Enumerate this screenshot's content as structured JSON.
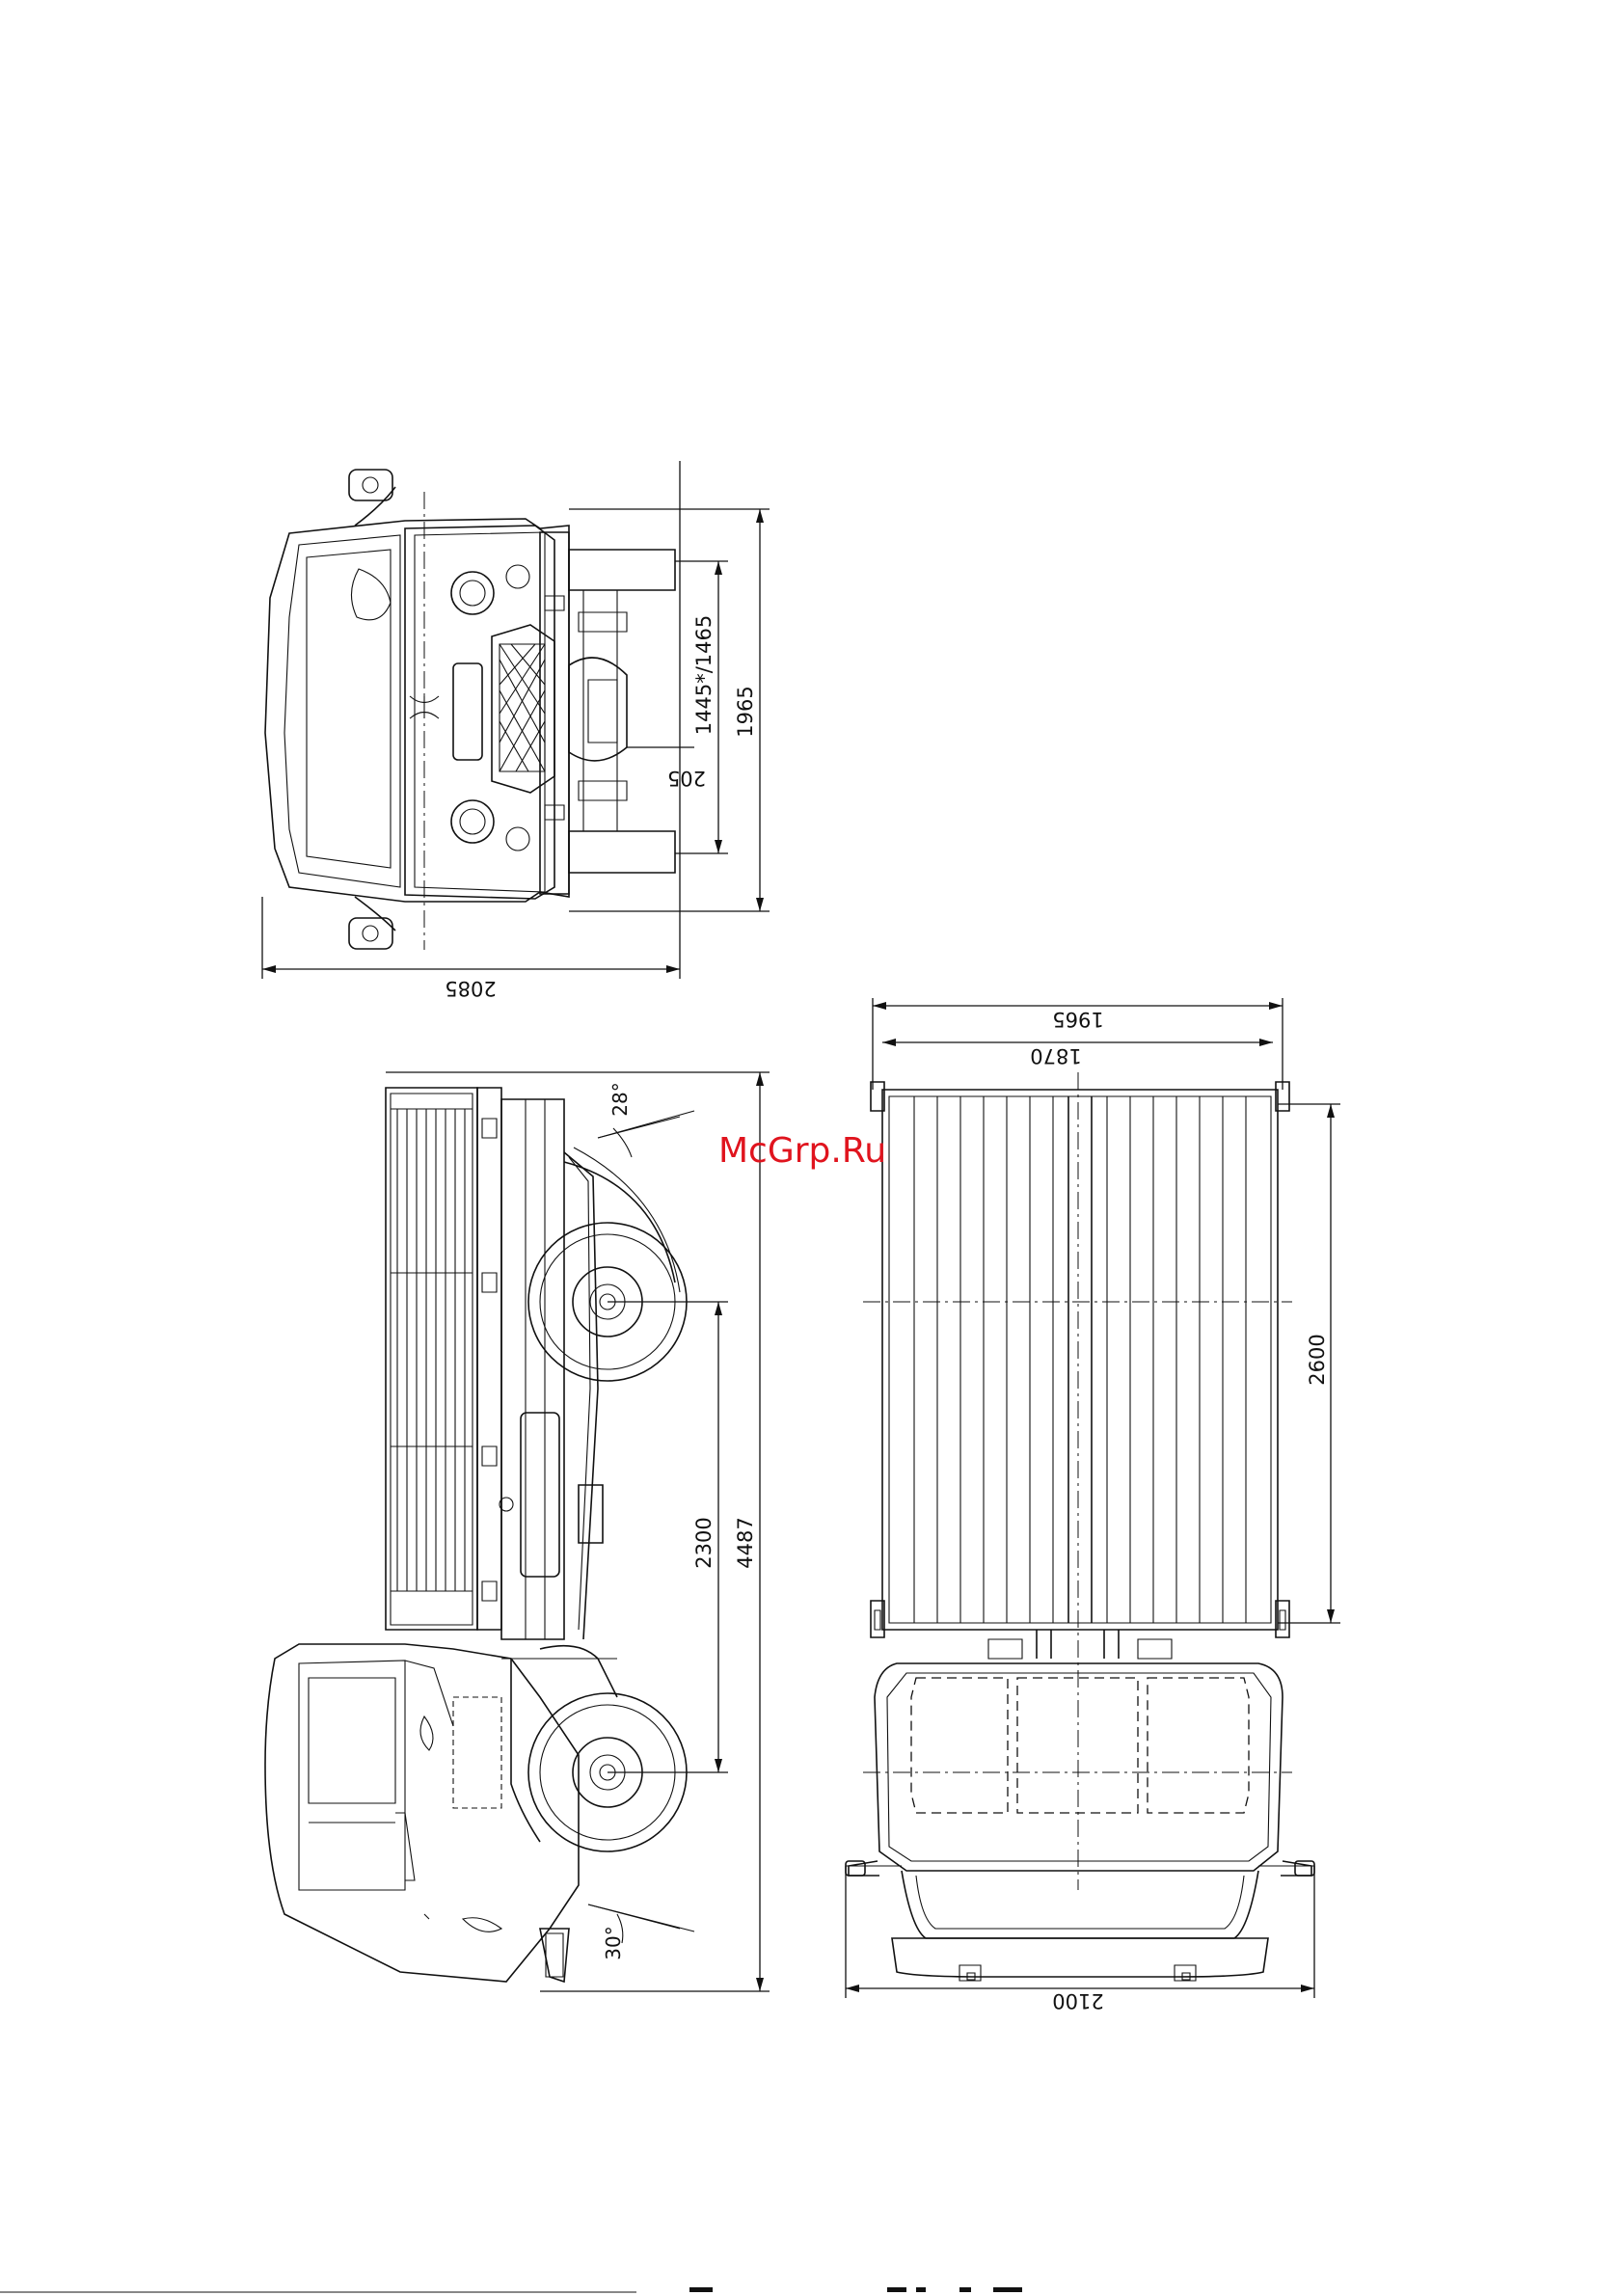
{
  "watermark": {
    "text": "McGrp.Ru",
    "color": "#e0141e"
  },
  "views": {
    "front_view": {
      "dimensions": {
        "overall_width": "2085",
        "mirror_offset": "205",
        "track": "1445*/1465",
        "height": "1965"
      }
    },
    "side_view": {
      "dimensions": {
        "wheelbase": "2300",
        "overall_length": "4487"
      },
      "angles": {
        "departure": "28°",
        "approach": "30°"
      }
    },
    "top_view": {
      "dimensions": {
        "body_outer_width": "1965",
        "body_inner_width": "1870",
        "body_length": "2600",
        "mirror_width": "2100"
      }
    }
  }
}
